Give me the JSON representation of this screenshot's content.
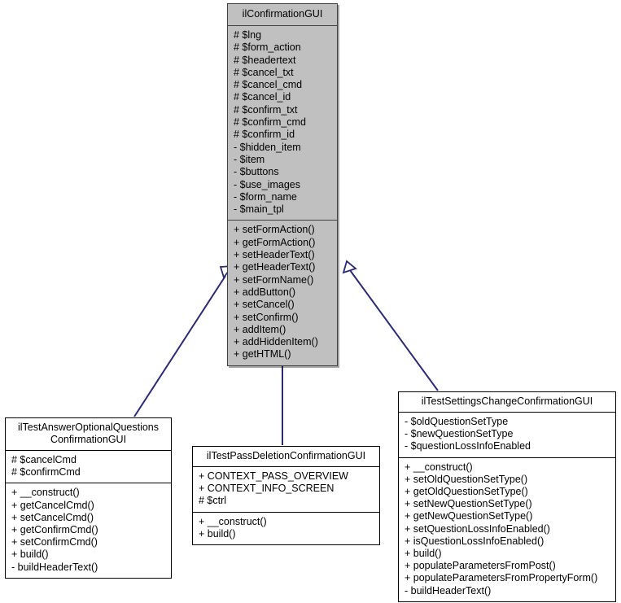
{
  "diagram": {
    "kind": "uml-class-inheritance-diagram",
    "arrow_color": "#2a2a7a",
    "base_fill_color": "#c0c0c0",
    "derived_fill_color": "#ffffff",
    "border_color": "#000000"
  },
  "classes": {
    "base": {
      "name": "ilConfirmationGUI",
      "attributes": [
        "# $lng",
        "# $form_action",
        "# $headertext",
        "# $cancel_txt",
        "# $cancel_cmd",
        "# $cancel_id",
        "# $confirm_txt",
        "# $confirm_cmd",
        "# $confirm_id",
        "- $hidden_item",
        "- $item",
        "- $buttons",
        "- $use_images",
        "- $form_name",
        "- $main_tpl"
      ],
      "operations": [
        "+ setFormAction()",
        "+ getFormAction()",
        "+ setHeaderText()",
        "+ getHeaderText()",
        "+ setFormName()",
        "+ addButton()",
        "+ setCancel()",
        "+ setConfirm()",
        "+ addItem()",
        "+ addHiddenItem()",
        "+ getHTML()"
      ]
    },
    "derived_left": {
      "name": "ilTestAnswerOptionalQuestions\nConfirmationGUI",
      "attributes": [
        "# $cancelCmd",
        "# $confirmCmd"
      ],
      "operations": [
        "+ __construct()",
        "+ getCancelCmd()",
        "+ setCancelCmd()",
        "+ getConfirmCmd()",
        "+ setConfirmCmd()",
        "+ build()",
        "- buildHeaderText()"
      ]
    },
    "derived_middle": {
      "name": "ilTestPassDeletionConfirmationGUI",
      "attributes": [
        "+ CONTEXT_PASS_OVERVIEW",
        "+ CONTEXT_INFO_SCREEN",
        "# $ctrl"
      ],
      "operations": [
        "+ __construct()",
        "+ build()"
      ]
    },
    "derived_right": {
      "name": "ilTestSettingsChangeConfirmationGUI",
      "attributes": [
        "- $oldQuestionSetType",
        "- $newQuestionSetType",
        "- $questionLossInfoEnabled"
      ],
      "operations": [
        "+ __construct()",
        "+ setOldQuestionSetType()",
        "+ getOldQuestionSetType()",
        "+ setNewQuestionSetType()",
        "+ getNewQuestionSetType()",
        "+ setQuestionLossInfoEnabled()",
        "+ isQuestionLossInfoEnabled()",
        "+ build()",
        "+ populateParametersFromPost()",
        "+ populateParametersFromPropertyForm()",
        "- buildHeaderText()"
      ]
    }
  },
  "edges": [
    {
      "from": "derived_left",
      "to": "base",
      "type": "inheritance"
    },
    {
      "from": "derived_middle",
      "to": "base",
      "type": "inheritance"
    },
    {
      "from": "derived_right",
      "to": "base",
      "type": "inheritance"
    }
  ]
}
